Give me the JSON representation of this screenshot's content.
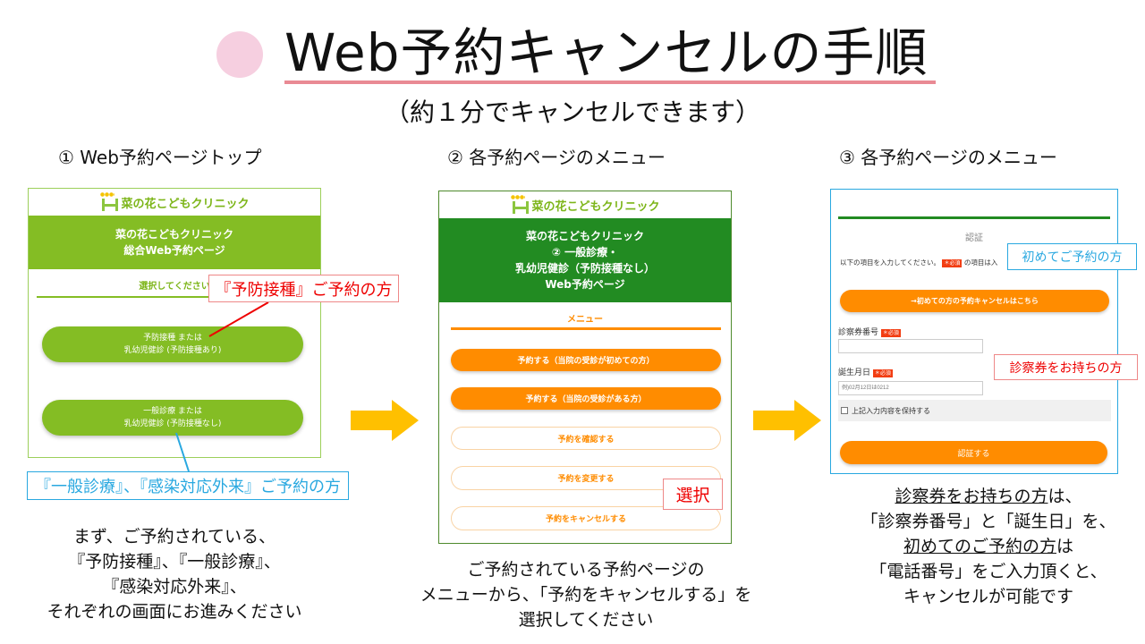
{
  "title": "Web予約キャンセルの手順",
  "subtitle": "（約１分でキャンセルできます）",
  "steps": [
    {
      "heading": "① Web予約ページトップ"
    },
    {
      "heading": "② 各予約ページのメニュー"
    },
    {
      "heading": "③ 各予約ページのメニュー"
    }
  ],
  "clinic_name": "菜の花こどもクリニック",
  "panel1": {
    "band": [
      "菜の花こどもクリニック",
      "総合Web予約ページ"
    ],
    "prompt": "選択してください",
    "buttons": [
      [
        "予防接種 または",
        "乳幼児健診 (予防接種あり)"
      ],
      [
        "一般診療 または",
        "乳幼児健診 (予防接種なし)"
      ]
    ],
    "callout_vaccine": "『予防接種』ご予約の方",
    "callout_general": "『一般診療』、『感染対応外来』ご予約の方",
    "description": [
      "まず、ご予約されている、",
      "『予防接種』、『一般診療』、",
      "『感染対応外来』、",
      "それぞれの画面にお進みください"
    ]
  },
  "panel2": {
    "band": [
      "菜の花こどもクリニック",
      "② 一般診療・",
      "乳幼児健診（予防接種なし）",
      "Web予約ページ"
    ],
    "menu_label": "メニュー",
    "buttons": [
      "予約する（当院の受診が初めての方）",
      "予約する（当院の受診がある方）",
      "予約を確認する",
      "予約を変更する",
      "予約をキャンセルする"
    ],
    "callout": "選択",
    "description": [
      "ご予約されている予約ページの",
      "メニューから、「予約をキャンセルする」を",
      "選択してください"
    ]
  },
  "panel3": {
    "heading": "認証",
    "instruction": "以下の項目を入力してください。",
    "required_badge": "＊必須",
    "instruction_tail": "の項目は入",
    "first_time_button": "→初めての方の予約キャンセルはこちら",
    "ticket_label": "診察券番号",
    "ticket_value": "",
    "birthday_label": "誕生月日",
    "birthday_placeholder": "例)02月12日は0212",
    "remember_label": "上記入力内容を保持する",
    "remember_checked": false,
    "submit": "認証する",
    "callout_first": "初めてご予約の方",
    "callout_ticket": "診察券をお持ちの方",
    "description": {
      "l1a": "診察券をお持ちの方",
      "l1b": "は、",
      "l2": "「診察券番号」と「誕生日」を、",
      "l3a": "初めてのご予約の方",
      "l3b": "は",
      "l4": "「電話番号」をご入力頂くと、",
      "l5": "キャンセルが可能です"
    }
  },
  "colors": {
    "accent_pink": "#f6cfe0",
    "light_green": "#84bd24",
    "dark_green": "#228b22",
    "orange": "#ff8c00",
    "arrow_yellow": "#ffc000",
    "callout_red": "#e00000",
    "callout_blue": "#29a8e0"
  }
}
